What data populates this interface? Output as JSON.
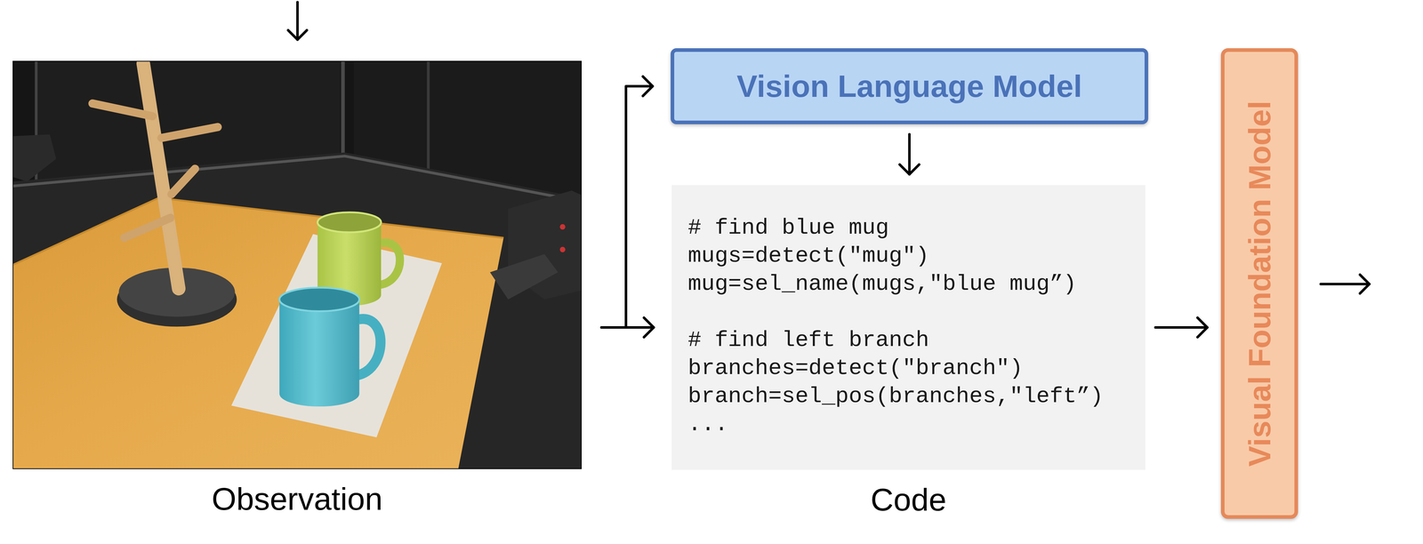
{
  "diagram": {
    "nodes": [
      {
        "text": [
          "Observation"
        ]
      },
      {
        "text": [
          "Vision Language Model"
        ]
      },
      {
        "text": [
          "# find blue mug",
          "mugs=detect(\"mug\")",
          "mug=sel_name(mugs,\"blue mug”)",
          "# find left branch",
          "branches=detect(\"branch\")",
          "branch=sel_pos(branches,\"left”)",
          "...",
          "Code"
        ]
      },
      {
        "text": [
          "Visual Foundation Model"
        ]
      }
    ],
    "edges": [
      {
        "from": 0,
        "to": 1,
        "arrow": "to"
      },
      {
        "from": 0,
        "to": 2,
        "arrow": "to"
      },
      {
        "from": 1,
        "to": 2,
        "arrow": "to"
      },
      {
        "from": 2,
        "to": 3,
        "arrow": "to"
      }
    ]
  }
}
